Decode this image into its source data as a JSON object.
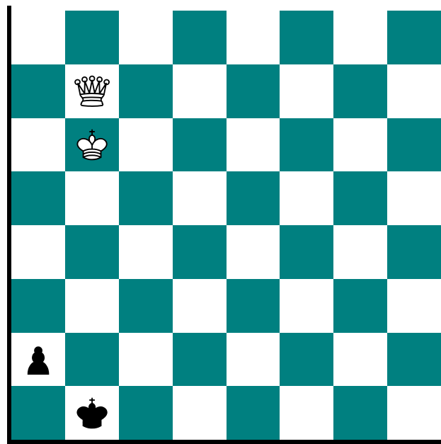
{
  "board": {
    "files": 8,
    "ranks": 8,
    "colors": {
      "light": "#ffffff",
      "dark": "#008080",
      "border": "#000000"
    },
    "squares": [
      [
        "",
        "",
        "",
        "",
        "",
        "",
        "",
        ""
      ],
      [
        "",
        "white-queen",
        "",
        "",
        "",
        "",
        "",
        ""
      ],
      [
        "",
        "white-king",
        "",
        "",
        "",
        "",
        "",
        ""
      ],
      [
        "",
        "",
        "",
        "",
        "",
        "",
        "",
        ""
      ],
      [
        "",
        "",
        "",
        "",
        "",
        "",
        "",
        ""
      ],
      [
        "",
        "",
        "",
        "",
        "",
        "",
        "",
        ""
      ],
      [
        "black-pawn",
        "",
        "",
        "",
        "",
        "",
        "",
        ""
      ],
      [
        "",
        "black-king",
        "",
        "",
        "",
        "",
        "",
        ""
      ]
    ]
  }
}
